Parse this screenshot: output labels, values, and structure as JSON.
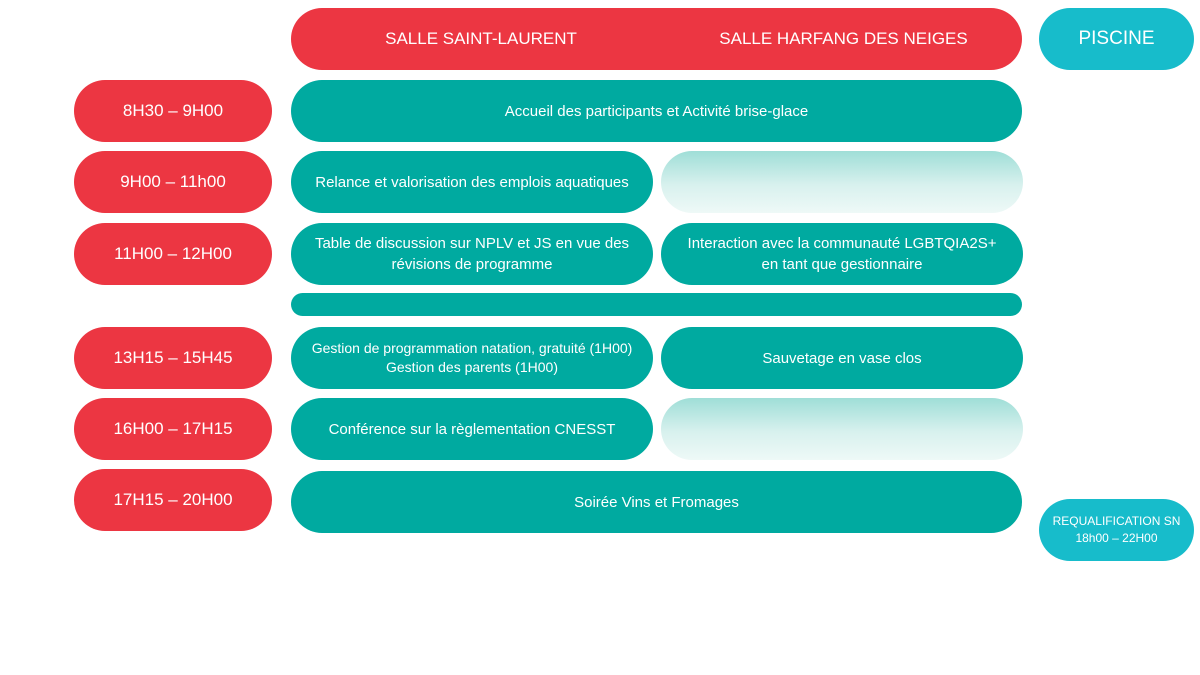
{
  "colors": {
    "red": "#ec3642",
    "teal": "#00aaa0",
    "cyan": "#17bccb"
  },
  "header": {
    "room1": "SALLE SAINT-LAURENT",
    "room2": "SALLE HARFANG DES NEIGES",
    "pool": "PISCINE"
  },
  "times": [
    "8H30 – 9H00",
    "9H00 – 11h00",
    "11H00 – 12H00",
    "13H15 – 15H45",
    "16H00 – 17H15",
    "17H15 – 20H00"
  ],
  "sessions": {
    "welcome": "Accueil des participants et Activité brise-glace",
    "aquatic_jobs": "Relance et valorisation des emplois aquatiques",
    "nplv_line1": "Table de discussion sur NPLV et JS en vue des",
    "nplv_line2": "révisions de programme",
    "lgbtq_line1": "Interaction avec la communauté LGBTQIA2S+",
    "lgbtq_line2": "en tant que gestionnaire",
    "swim_line1": "Gestion de programmation natation, gratuité (1H00)",
    "swim_line2": "Gestion des parents (1H00)",
    "rescue": "Sauvetage en vase clos",
    "cnesst": "Conférence sur la règlementation CNESST",
    "wine": "Soirée Vins et Fromages"
  },
  "pool_session": {
    "line1": "REQUALIFICATION SN",
    "line2": "18h00 – 22H00"
  }
}
